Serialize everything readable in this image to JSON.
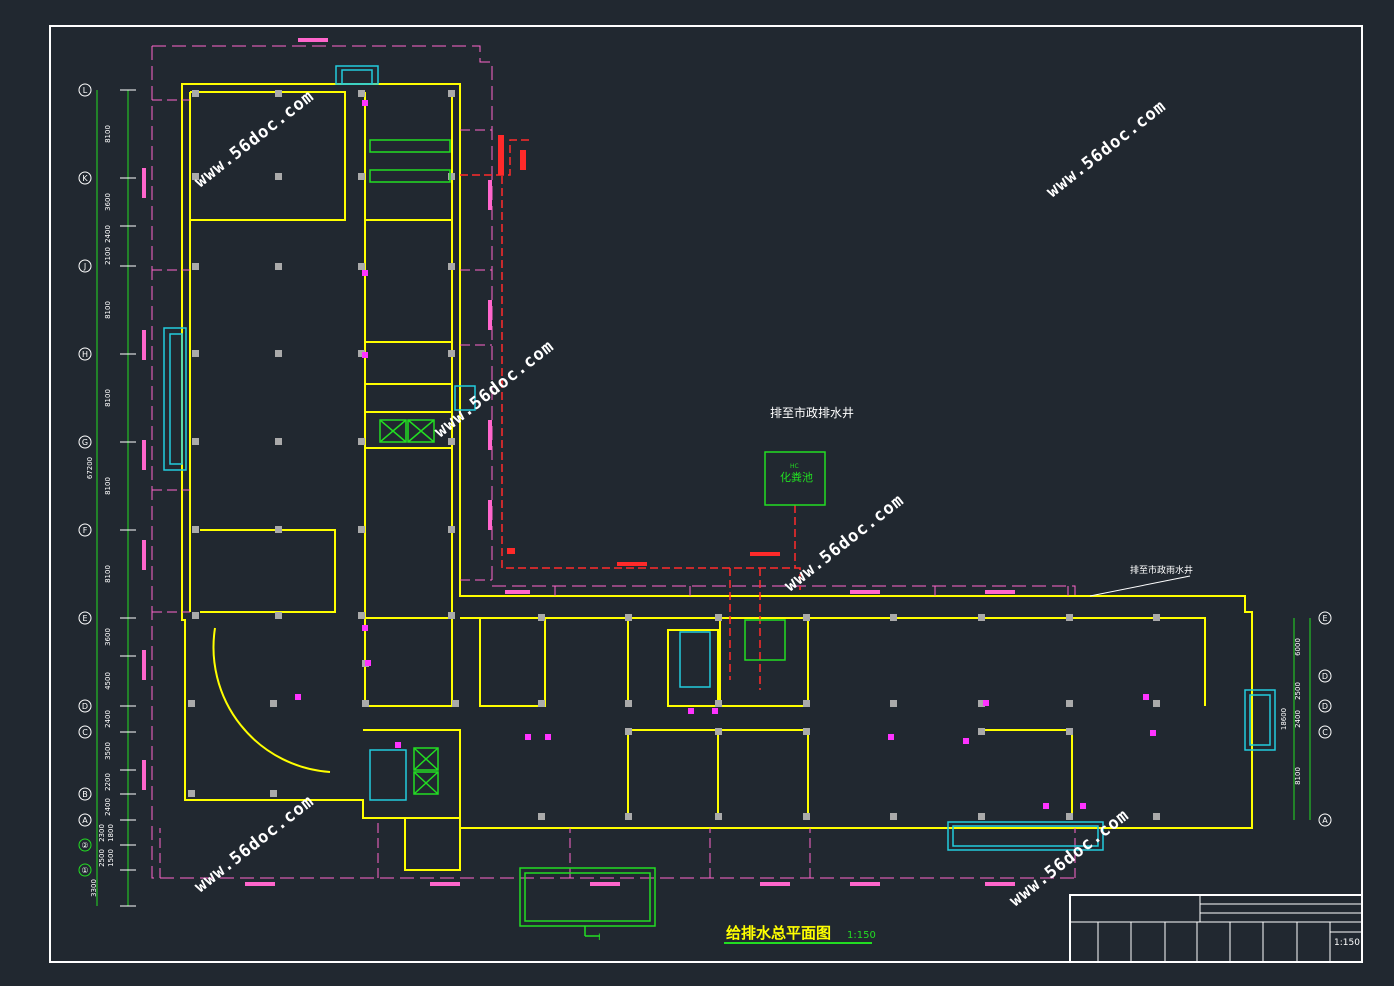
{
  "drawing": {
    "title": "给排水总平面图",
    "scale_note": "1:150",
    "scale_box": "1:150",
    "septic_tank_label": "化粪池",
    "septic_tank_code": "HC",
    "drain_note_1": "排至市政排水井",
    "drain_note_2": "排至市政雨水井",
    "section_mark": "I",
    "total_dimension_left": "67200",
    "total_dimension_right": "18600"
  },
  "watermark": "www.56doc.com",
  "axes_left": [
    "L",
    "K",
    "J",
    "H",
    "G",
    "F",
    "E",
    "D",
    "C",
    "B",
    "A",
    "②",
    "①"
  ],
  "axes_right": [
    "E",
    "D",
    "D",
    "C",
    "A"
  ],
  "dims_left": [
    "8100",
    "3600",
    "2400",
    "2100",
    "8100",
    "8100",
    "8100",
    "8100",
    "3600",
    "4500",
    "2400",
    "3500",
    "2200",
    "2400",
    "2300",
    "1800",
    "2500",
    "1500",
    "3300"
  ],
  "dims_right": [
    "6000",
    "2500",
    "2400",
    "8100"
  ],
  "colors": {
    "background": "#212830",
    "wall": "#ffff00",
    "frame": "#ffffff",
    "pipe_pink": "#ff66cc",
    "pipe_red": "#ff2a2a",
    "green": "#22dd22",
    "cyan": "#22ccdd",
    "magenta": "#ff33ff"
  }
}
